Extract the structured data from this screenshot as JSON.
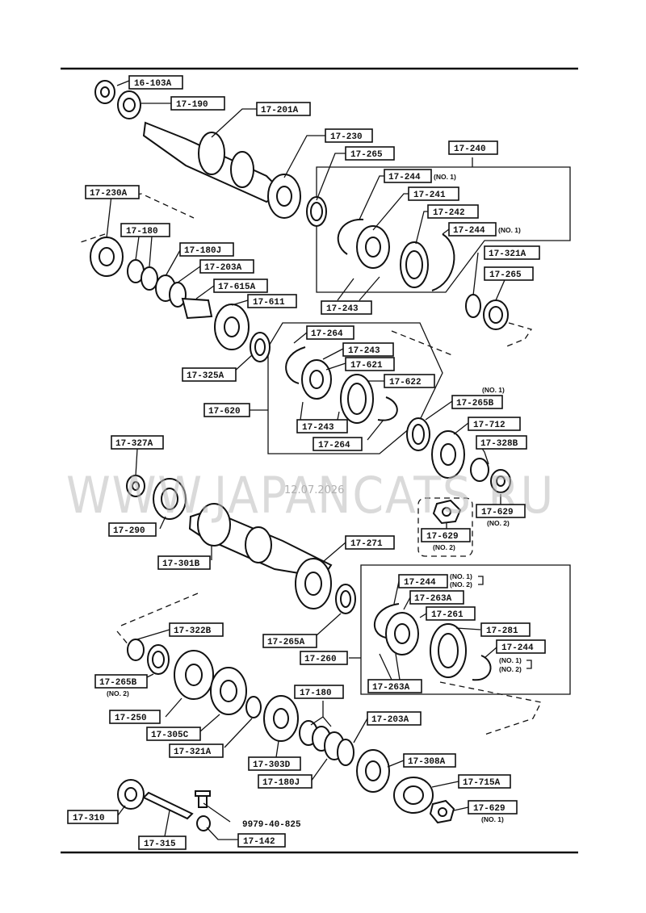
{
  "watermark": {
    "site": "WWW.JAPANCATS.RU",
    "date": "12.07.2026"
  },
  "labels": {
    "l16_103a": "16-103A",
    "l17_190": "17-190",
    "l17_201a": "17-201A",
    "l17_230": "17-230",
    "l17_265_top": "17-265",
    "l17_240": "17-240",
    "l17_244_a": "17-244",
    "l17_241": "17-241",
    "l17_242": "17-242",
    "l17_244_b": "17-244",
    "l17_243_a": "17-243",
    "l17_321a_top": "17-321A",
    "l17_265_mid": "17-265",
    "l17_230a": "17-230A",
    "l17_180_top": "17-180",
    "l17_180j_top": "17-180J",
    "l17_203a_top": "17-203A",
    "l17_615a": "17-615A",
    "l17_611": "17-611",
    "l17_325a": "17-325A",
    "l17_264_a": "17-264",
    "l17_243_b": "17-243",
    "l17_621": "17-621",
    "l17_622": "17-622",
    "l17_620": "17-620",
    "l17_243_c": "17-243",
    "l17_264_b": "17-264",
    "l17_265b_top": "17-265B",
    "l17_712": "17-712",
    "l17_328b": "17-328B",
    "l17_629_a": "17-629",
    "l17_629_b": "17-629",
    "l17_327a": "17-327A",
    "l17_290": "17-290",
    "l17_301b": "17-301B",
    "l17_271": "17-271",
    "l17_244_c": "17-244",
    "l17_263a_a": "17-263A",
    "l17_261": "17-261",
    "l17_281": "17-281",
    "l17_244_d": "17-244",
    "l17_265a": "17-265A",
    "l17_260": "17-260",
    "l17_263a_b": "17-263A",
    "l17_322b": "17-322B",
    "l17_265b_low": "17-265B",
    "l17_250": "17-250",
    "l17_305c": "17-305C",
    "l17_321a_low": "17-321A",
    "l17_180_low": "17-180",
    "l17_203a_low": "17-203A",
    "l17_303d": "17-303D",
    "l17_180j_low": "17-180J",
    "l17_308a": "17-308A",
    "l17_715a": "17-715A",
    "l17_629_c": "17-629",
    "l17_310": "17-310",
    "l17_315": "17-315",
    "l9979": "9979-40-825",
    "l17_142": "17-142"
  },
  "notes": {
    "n_244a": "(NO. 1)",
    "n_244b": "(NO. 1)",
    "n_265b_top": "(NO. 1)",
    "n_629a": "(NO. 2)",
    "n_629b": "(NO. 2)",
    "n_244c_1": "(NO. 1)",
    "n_244c_2": "(NO. 2)",
    "n_244d_1": "(NO. 1)",
    "n_244d_2": "(NO. 2)",
    "n_265b_low": "(NO. 2)",
    "n_629c": "(NO. 1)"
  }
}
